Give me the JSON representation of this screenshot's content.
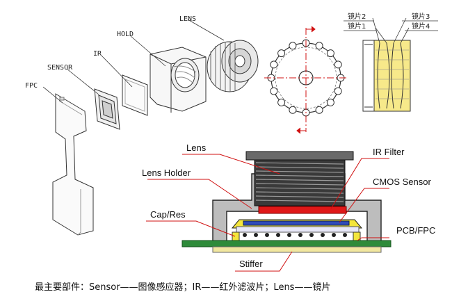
{
  "exploded": {
    "labels": {
      "fpc": "FPC",
      "sensor": "SENSOR",
      "ir": "IR",
      "hold": "HOLD",
      "lens": "LENS"
    }
  },
  "lens_detail": {
    "labels": {
      "lens2": "镜片2",
      "lens1": "镜片1",
      "lens3": "镜片3",
      "lens4": "镜片4"
    }
  },
  "cross_section": {
    "labels": {
      "lens": "Lens",
      "lens_holder": "Lens Holder",
      "cap_res": "Cap/Res",
      "ir_filter": "IR Filter",
      "cmos_sensor": "CMOS Sensor",
      "pcb_fpc": "PCB/FPC",
      "stiffer": "Stiffer"
    },
    "colors": {
      "ir_filter": "#e01818",
      "pcb": "#2e8b3a",
      "cap": "#f4e63c",
      "sensor": "#2f4bb8",
      "leader": "#d01010"
    }
  },
  "caption": "最主要部件：Sensor——图像感应器；IR——红外滤波片；Lens——镜片"
}
